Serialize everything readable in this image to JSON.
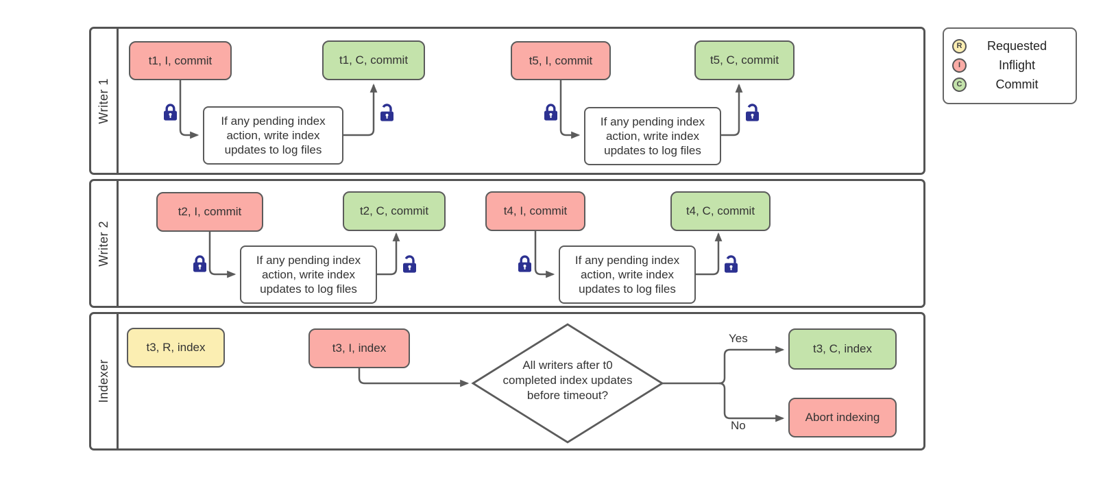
{
  "lanes": [
    {
      "label": "Writer 1"
    },
    {
      "label": "Writer 2"
    },
    {
      "label": "Indexer"
    }
  ],
  "nodes": {
    "t1_inflight": {
      "label": "t1, I, commit",
      "state": "inflight"
    },
    "t1_log": {
      "label": "If any pending index\naction, write index\nupdates to log files"
    },
    "t1_commit": {
      "label": "t1, C, commit",
      "state": "commit"
    },
    "t5_inflight": {
      "label": "t5, I, commit",
      "state": "inflight"
    },
    "t5_log": {
      "label": "If any pending index\naction, write index\nupdates to log files"
    },
    "t5_commit": {
      "label": "t5, C, commit",
      "state": "commit"
    },
    "t2_inflight": {
      "label": "t2, I, commit",
      "state": "inflight"
    },
    "t2_log": {
      "label": "If any pending index\naction, write index\nupdates to log files"
    },
    "t2_commit": {
      "label": "t2, C, commit",
      "state": "commit"
    },
    "t4_inflight": {
      "label": "t4, I, commit",
      "state": "inflight"
    },
    "t4_log": {
      "label": "If any pending index\naction, write index\nupdates to log files"
    },
    "t4_commit": {
      "label": "t4, C, commit",
      "state": "commit"
    },
    "t3_requested": {
      "label": "t3, R, index",
      "state": "requested"
    },
    "t3_inflight": {
      "label": "t3, I, index",
      "state": "inflight"
    },
    "decision": {
      "label": "All writers after t0\ncompleted index updates\nbefore timeout?"
    },
    "t3_commit": {
      "label": "t3, C, index",
      "state": "commit"
    },
    "abort": {
      "label": "Abort indexing",
      "state": "inflight"
    }
  },
  "edge_labels": {
    "yes": "Yes",
    "no": "No"
  },
  "legend": {
    "items": [
      {
        "letter": "R",
        "label": "Requested",
        "color": "#FBEEB2"
      },
      {
        "letter": "I",
        "label": "Inflight",
        "color": "#FBACA6"
      },
      {
        "letter": "C",
        "label": "Commit",
        "color": "#C4E3AB"
      }
    ]
  },
  "colors": {
    "requested": "#FBEEB2",
    "inflight": "#FBACA6",
    "commit": "#C4E3AB",
    "process": "#FFFFFF",
    "border": "#5B5B5B",
    "lane_border": "#545454",
    "lock": "#2C3191",
    "text": "#333333"
  }
}
